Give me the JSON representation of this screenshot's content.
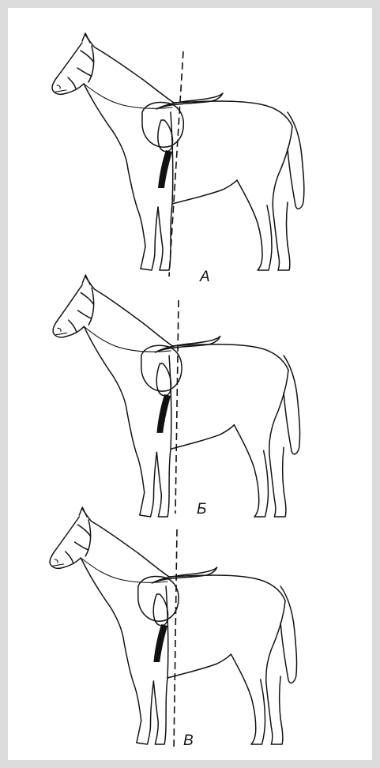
{
  "figures": [
    {
      "label": "A"
    },
    {
      "label": "Б"
    },
    {
      "label": "В"
    }
  ]
}
